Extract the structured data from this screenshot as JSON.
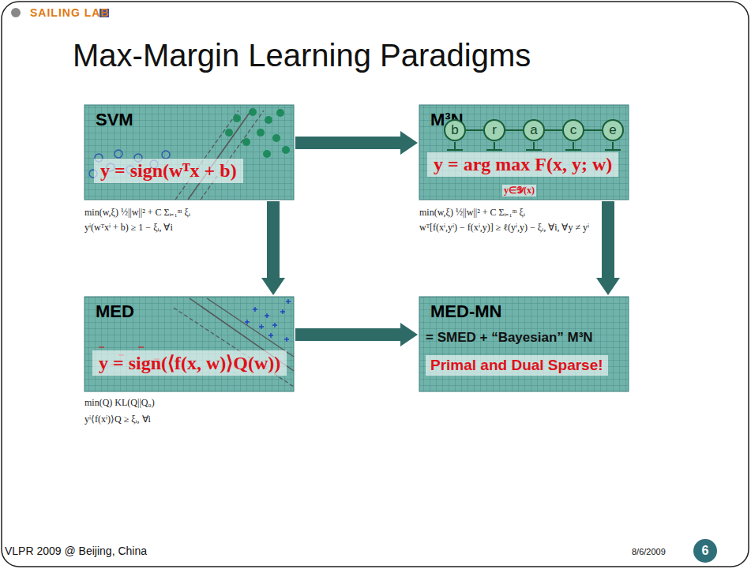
{
  "diagram": {
    "title": "Max-Margin Learning Paradigms",
    "nodes": [
      {
        "text": [
          "SVM",
          "y = sign(wᵀx + b)"
        ]
      },
      {
        "text": [
          "M³N",
          "y = arg max F(x, y; w)"
        ]
      },
      {
        "text": [
          "b"
        ],
        "in": 1
      },
      {
        "text": [
          "r"
        ],
        "in": 1
      },
      {
        "text": [
          "a"
        ],
        "in": 1
      },
      {
        "text": [
          "c"
        ],
        "in": 1
      },
      {
        "text": [
          "e"
        ],
        "in": 1
      },
      {
        "text": [
          "MED",
          "y = sign(⟨f(x, w)⟩Q(w))"
        ]
      },
      {
        "text": [
          "MED-MN",
          "= SMED + “Bayesian” M³N",
          "Primal and Dual Sparse!"
        ]
      },
      {
        "text": [
          "6"
        ]
      }
    ],
    "edges": [
      {
        "from": 0,
        "to": 1,
        "arrow": "to"
      },
      {
        "from": 0,
        "to": 7,
        "arrow": "to"
      },
      {
        "from": 1,
        "to": 8,
        "arrow": "to"
      },
      {
        "from": 7,
        "to": 8,
        "arrow": "to"
      },
      {
        "from": 2,
        "to": 3,
        "arrow": "none"
      },
      {
        "from": 3,
        "to": 4,
        "arrow": "none"
      },
      {
        "from": 4,
        "to": 5,
        "arrow": "none"
      },
      {
        "from": 5,
        "to": 6,
        "arrow": "none"
      }
    ],
    "labels": [
      "SAILING LAB",
      "y∈𝒴(x)",
      "min(w,ξ) ½||w||² + C Σᵢ₌₁ᵐ ξᵢ",
      "yⁱ(wᵀxⁱ + b) ≥ 1 − ξᵢ, ∀i",
      "min(w,ξ) ½||w||² + C Σᵢ₌₁ᵐ ξᵢ",
      "wᵀ[f(xⁱ,yⁱ) − f(xⁱ,y)] ≥ ℓ(yⁱ,y) − ξᵢ, ∀i, ∀y ≠ yⁱ",
      "min(Q) KL(Q||Q₀)",
      "yⁱ⟨f(xⁱ)⟩Q ≥ ξᵢ, ∀i",
      "VLPR 2009 @ Beijing, China",
      "8/6/2009"
    ]
  }
}
